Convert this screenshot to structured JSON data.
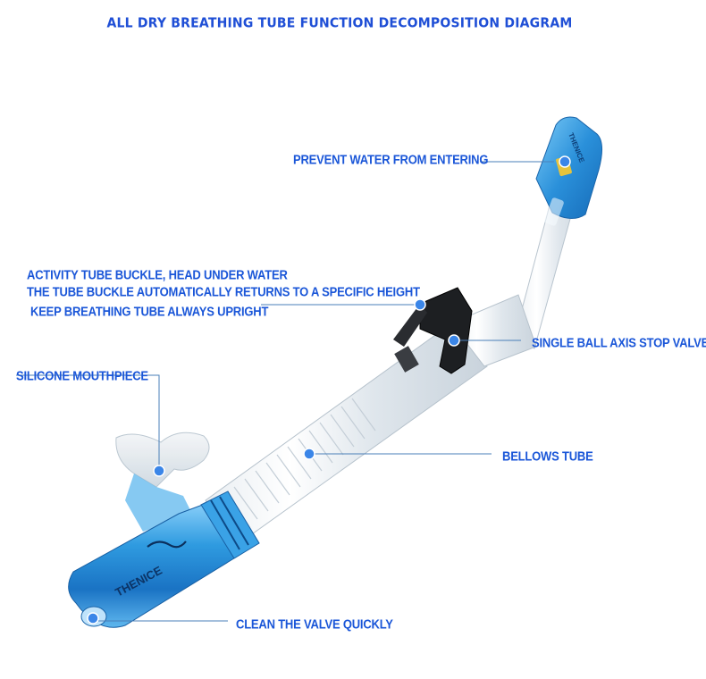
{
  "title": "ALL DRY BREATHING TUBE FUNCTION DECOMPOSITION DIAGRAM",
  "brand": "THENICE",
  "colors": {
    "label_blue": "#1a56d8",
    "title_blue": "#1f4fd6",
    "tube_blue": "#2f9be0",
    "callout_dot": "#3b86e8"
  },
  "labels": {
    "prevent_water": "PREVENT WATER FROM ENTERING",
    "buckle_line1": "ACTIVITY TUBE BUCKLE, HEAD UNDER WATER",
    "buckle_line2": "THE TUBE BUCKLE AUTOMATICALLY RETURNS TO A SPECIFIC HEIGHT",
    "buckle_line3": "KEEP BREATHING TUBE ALWAYS UPRIGHT",
    "stop_valve": "SINGLE BALL AXIS STOP VALVE",
    "mouthpiece": "SILICONE MOUTHPIECE",
    "bellows": "BELLOWS TUBE",
    "clean_valve": "CLEAN THE VALVE QUICKLY"
  }
}
